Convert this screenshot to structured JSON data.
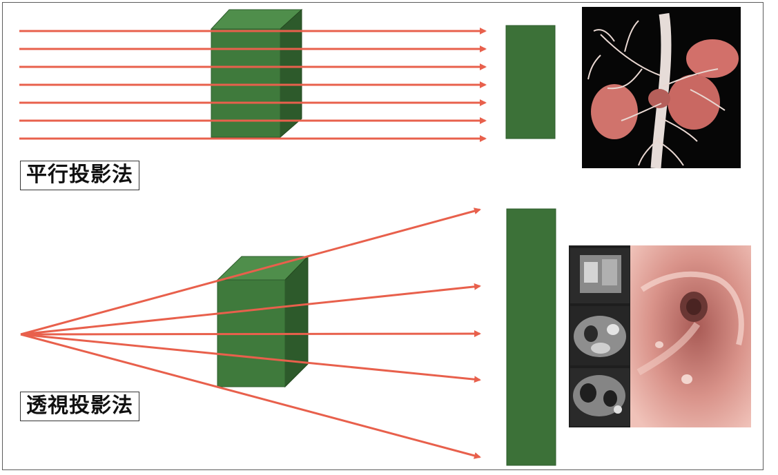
{
  "labels": {
    "parallel": "平行投影法",
    "perspective": "透視投影法"
  },
  "colors": {
    "ray": "#e8604c",
    "box_front": "#3f7a3c",
    "box_top": "#4f8e4b",
    "box_side": "#2d5a2b",
    "screen": "#3c7138",
    "frame": "#5a5a5a"
  },
  "images": {
    "parallel_result": "kidney-vessel-render",
    "perspective_result": "endoscopy-render"
  }
}
